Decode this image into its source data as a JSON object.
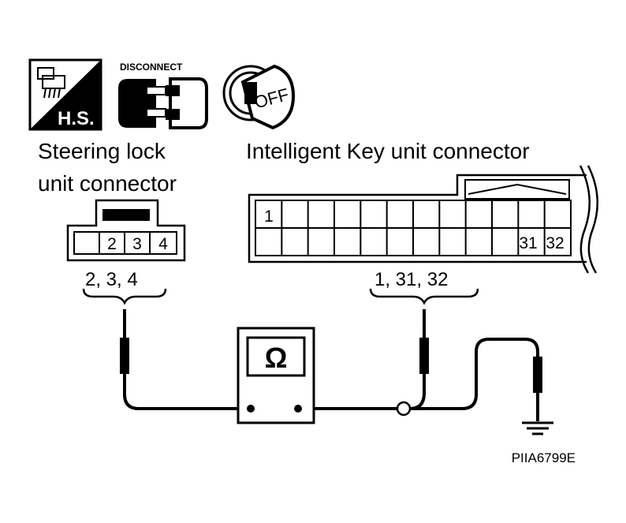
{
  "icons": {
    "harness_label": "H.S.",
    "disconnect_label": "DISCONNECT",
    "key_label": "OFF"
  },
  "steering_connector": {
    "title_line1": "Steering lock",
    "title_line2": "unit connector",
    "pins": [
      "2",
      "3",
      "4"
    ],
    "probe_label": "2, 3, 4"
  },
  "ikey_connector": {
    "title": "Intelligent Key unit connector",
    "pin_first": "1",
    "pin_a": "31",
    "pin_b": "32",
    "probe_label": "1, 31, 32"
  },
  "meter": {
    "symbol": "Ω"
  },
  "figure_code": "PIIA6799E"
}
